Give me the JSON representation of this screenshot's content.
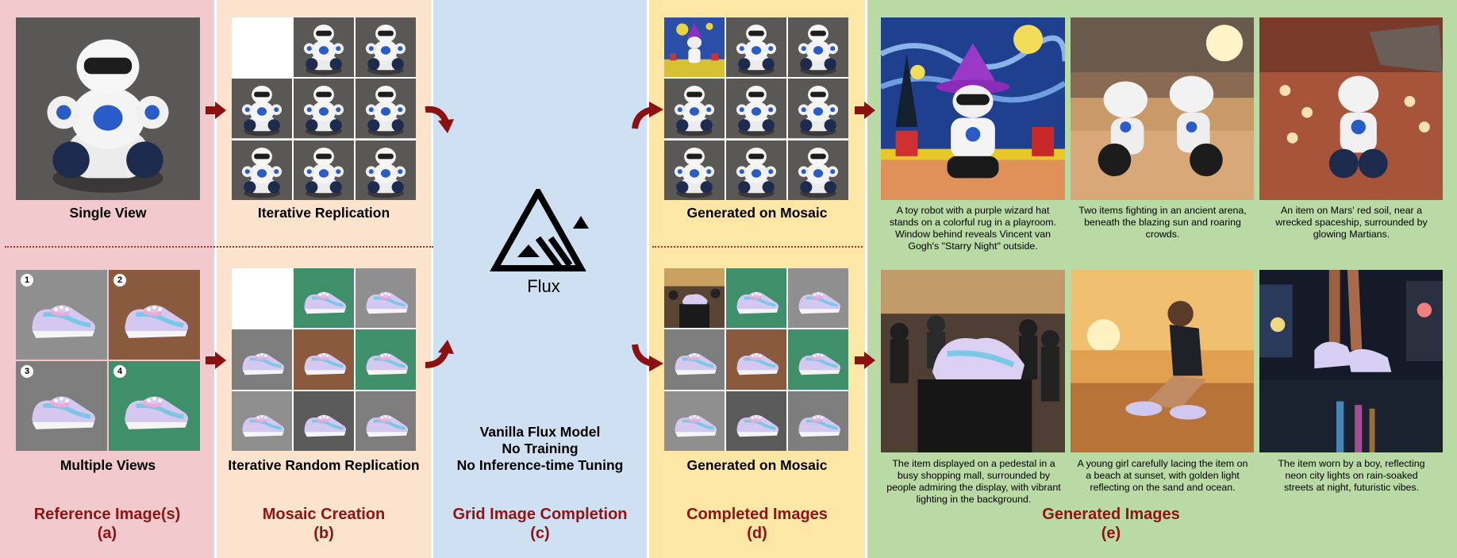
{
  "panels": {
    "a": {
      "title": "Reference Image(s)",
      "letter": "(a)",
      "top_label": "Single View",
      "bottom_label": "Multiple Views",
      "color": "#f2c9cc"
    },
    "b": {
      "title": "Mosaic Creation",
      "letter": "(b)",
      "top_label": "Iterative Replication",
      "bottom_label": "Iterative Random Replication",
      "color": "#fbe3cd"
    },
    "c": {
      "title": "Grid Image Completion",
      "letter": "(c)",
      "logo_text": "Flux",
      "notes": [
        "Vanilla Flux Model",
        "No Training",
        "No Inference-time Tuning"
      ],
      "color": "#cfe0f3"
    },
    "d": {
      "title": "Completed Images",
      "letter": "(d)",
      "top_label": "Generated on Mosaic",
      "bottom_label": "Generated on Mosaic",
      "color": "#fde6a6"
    },
    "e": {
      "title": "Generated Images",
      "letter": "(e)",
      "color": "#b9d9a5"
    }
  },
  "view_numbers": [
    "1",
    "2",
    "3",
    "4"
  ],
  "captions_top": [
    "A toy robot with a purple wizard hat stands on a colorful rug in a playroom. Window behind reveals Vincent van Gogh's \"Starry Night\" outside.",
    "Two items fighting in an ancient arena, beneath the blazing sun and roaring crowds.",
    "An item on Mars' red soil, near a wrecked spaceship, surrounded by glowing Martians."
  ],
  "captions_bottom": [
    "The item displayed on a pedestal in a busy shopping mall, surrounded by people admiring the display, with vibrant lighting in the background.",
    "A young girl carefully lacing the item on a beach at sunset, with golden light reflecting on the sand and ocean.",
    "The item worn by a boy, reflecting neon city lights on rain-soaked streets at night, futuristic vibes."
  ],
  "colors": {
    "title_red": "#8f1414",
    "arrow_red": "#8b1010"
  }
}
